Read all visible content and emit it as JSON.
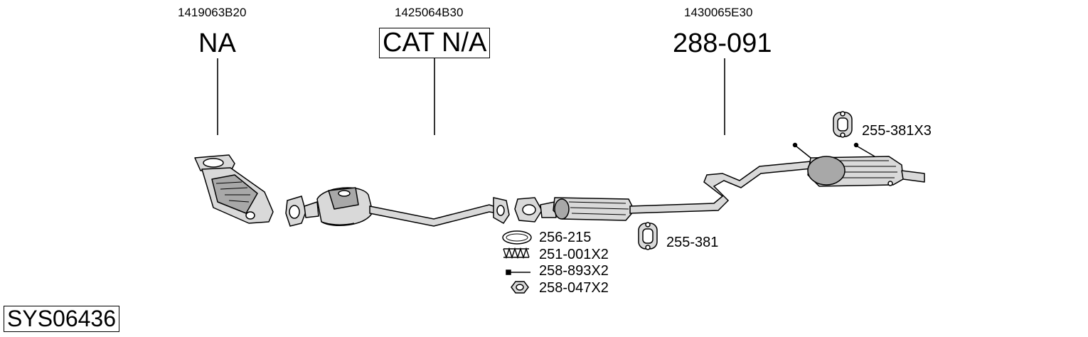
{
  "system_id": "SYS06436",
  "sections": [
    {
      "oe_number": "1419063B20",
      "part_number": "NA",
      "boxed": false
    },
    {
      "oe_number": "1425064B30",
      "part_number": "CAT N/A",
      "boxed": true
    },
    {
      "oe_number": "1430065E30",
      "part_number": "288-091",
      "boxed": false
    }
  ],
  "fitting_parts": {
    "gasket": "256-215",
    "spring": "251-001X2",
    "bolt": "258-893X2",
    "nut": "258-047X2",
    "rear_mount": "255-381X3",
    "middle_mount": "255-381"
  },
  "colors": {
    "ink": "#000000",
    "part_fill": "#d9d9d9",
    "part_shade": "#a8a8a8",
    "background": "#ffffff"
  },
  "icons": [
    "gasket-icon",
    "spring-icon",
    "bolt-icon",
    "nut-icon",
    "rubber-mount-icon"
  ]
}
